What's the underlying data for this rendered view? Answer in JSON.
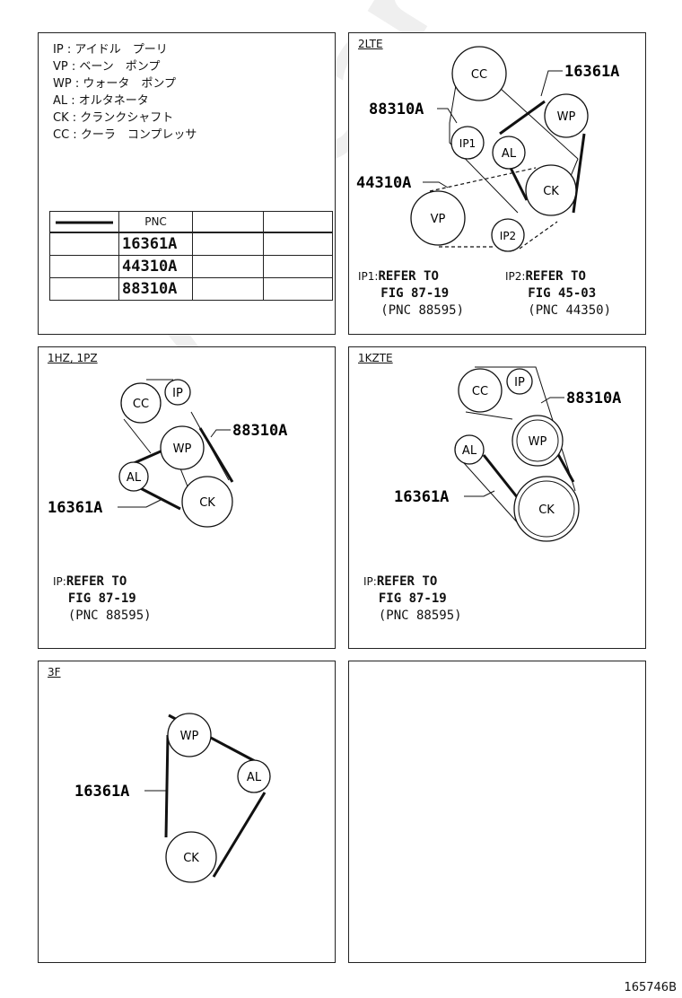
{
  "legend": {
    "items": [
      {
        "abbr": "IP",
        "text": "アイドル　プーリ"
      },
      {
        "abbr": "VP",
        "text": "ベーン　ポンプ"
      },
      {
        "abbr": "WP",
        "text": "ウォータ　ポンプ"
      },
      {
        "abbr": "AL",
        "text": "オルタネータ"
      },
      {
        "abbr": "CK",
        "text": "クランクシャフト"
      },
      {
        "abbr": "CC",
        "text": "クーラ　コンプレッサ"
      }
    ],
    "table_header": "PNC",
    "rows": [
      {
        "style": "thick",
        "pnc": "16361A"
      },
      {
        "style": "dashed",
        "pnc": "44310A"
      },
      {
        "style": "thin",
        "pnc": "88310A"
      }
    ]
  },
  "panels": {
    "p2lte": {
      "title": "2LTE",
      "pulleys": {
        "cc": "CC",
        "wp": "WP",
        "ip1": "IP1",
        "al": "AL",
        "ck": "CK",
        "vp": "VP",
        "ip2": "IP2"
      },
      "labels": {
        "a": "16361A",
        "b": "88310A",
        "c": "44310A"
      },
      "note1": {
        "tag": "IP1:",
        "l1": "REFER TO",
        "l2": "FIG 87-19",
        "l3": "(PNC 88595)"
      },
      "note2": {
        "tag": "IP2:",
        "l1": "REFER TO",
        "l2": "FIG 45-03",
        "l3": "(PNC 44350)"
      }
    },
    "p1hz": {
      "title": "1HZ, 1PZ",
      "pulleys": {
        "cc": "CC",
        "ip": "IP",
        "wp": "WP",
        "al": "AL",
        "ck": "CK"
      },
      "labels": {
        "a": "88310A",
        "b": "16361A"
      },
      "note": {
        "tag": "IP:",
        "l1": "REFER TO",
        "l2": "FIG 87-19",
        "l3": "(PNC 88595)"
      }
    },
    "p1kzte": {
      "title": "1KZTE",
      "pulleys": {
        "cc": "CC",
        "ip": "IP",
        "wp": "WP",
        "al": "AL",
        "ck": "CK"
      },
      "labels": {
        "a": "88310A",
        "b": "16361A"
      },
      "note": {
        "tag": "IP:",
        "l1": "REFER TO",
        "l2": "FIG 87-19",
        "l3": "(PNC 88595)"
      }
    },
    "p3f": {
      "title": "3F",
      "pulleys": {
        "wp": "WP",
        "al": "AL",
        "ck": "CK"
      },
      "labels": {
        "a": "16361A"
      }
    }
  },
  "watermark": "ToyotaCarMine.ru",
  "doc_number": "165746B"
}
